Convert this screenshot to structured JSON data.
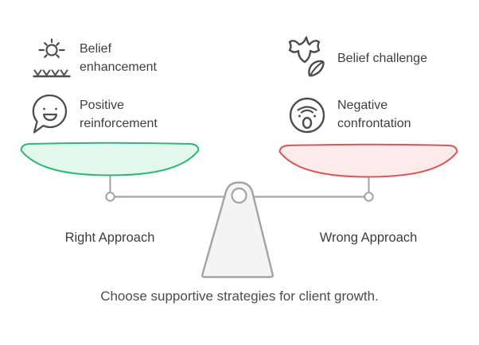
{
  "diagram": {
    "type": "balance-scale-infographic",
    "left_side": {
      "pan_label": "Right Approach",
      "pan_color_stroke": "#2fb577",
      "pan_color_fill": "#e2f8ec",
      "items": [
        {
          "icon": "sun-over-sprouts-icon",
          "label": "Belief enhancement"
        },
        {
          "icon": "smiley-speech-bubble-icon",
          "label": "Positive reinforcement"
        }
      ]
    },
    "right_side": {
      "pan_label": "Wrong Approach",
      "pan_color_stroke": "#d95757",
      "pan_color_fill": "#fdeaea",
      "items": [
        {
          "icon": "leaf-icon",
          "label": "Belief challenge"
        },
        {
          "icon": "shocked-face-icon",
          "label": "Negative confrontation"
        }
      ]
    },
    "caption": "Choose supportive strategies for client growth.",
    "colors": {
      "beam_gray": "#a3a3a3",
      "fulcrum_fill": "#f4f4f4",
      "icon_stroke": "#4d4d4d",
      "text": "#3f3f3f"
    }
  }
}
